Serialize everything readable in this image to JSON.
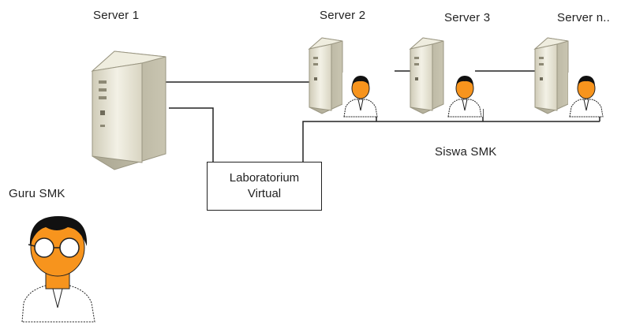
{
  "labels": {
    "server1": "Server 1",
    "server2": "Server 2",
    "server3": "Server 3",
    "server_n": "Server n..",
    "students": "Siswa SMK",
    "teacher": "Guru SMK"
  },
  "lab_box": {
    "line1": "Laboratorium",
    "line2": "Virtual"
  },
  "colors": {
    "server_body": "#e9e6d6",
    "server_shadow": "#b9b5a2",
    "person_face": "#f7941d",
    "hair": "#111111",
    "line": "#222222"
  }
}
